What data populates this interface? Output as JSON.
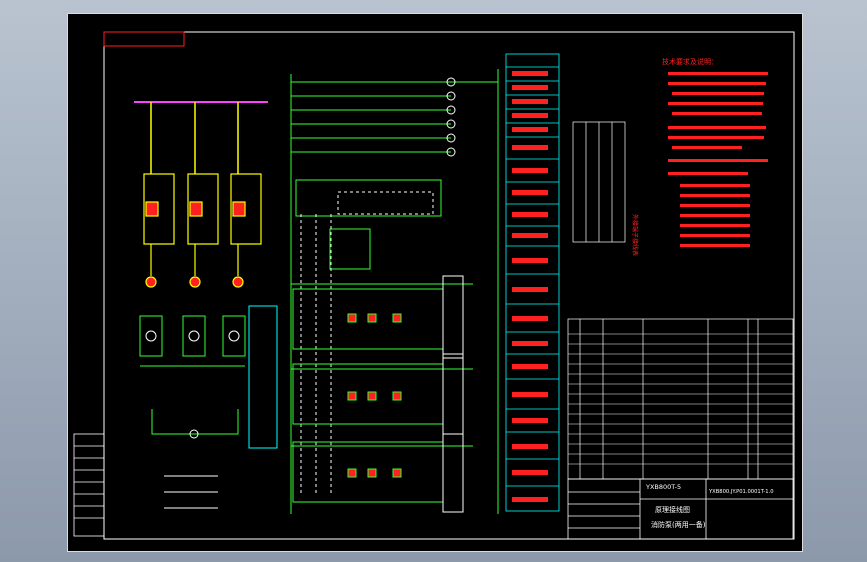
{
  "drawing": {
    "title_block": {
      "model": "YXB800T-5",
      "sheet_name": "原理接线图",
      "drawing_no": "YXB800.JY.P01.0001T-1.0",
      "subtitle": "消防泵(两用一备)"
    },
    "notes_heading": "技术要求及说明：",
    "terminal_table_label": "外接端子接线表",
    "colors": {
      "frame": "#ffffff",
      "wire_green": "#33ff33",
      "coil_yellow": "#ffff00",
      "text_red": "#ff2020",
      "cyan": "#00ffff",
      "lamp_white": "#ffffff"
    }
  }
}
